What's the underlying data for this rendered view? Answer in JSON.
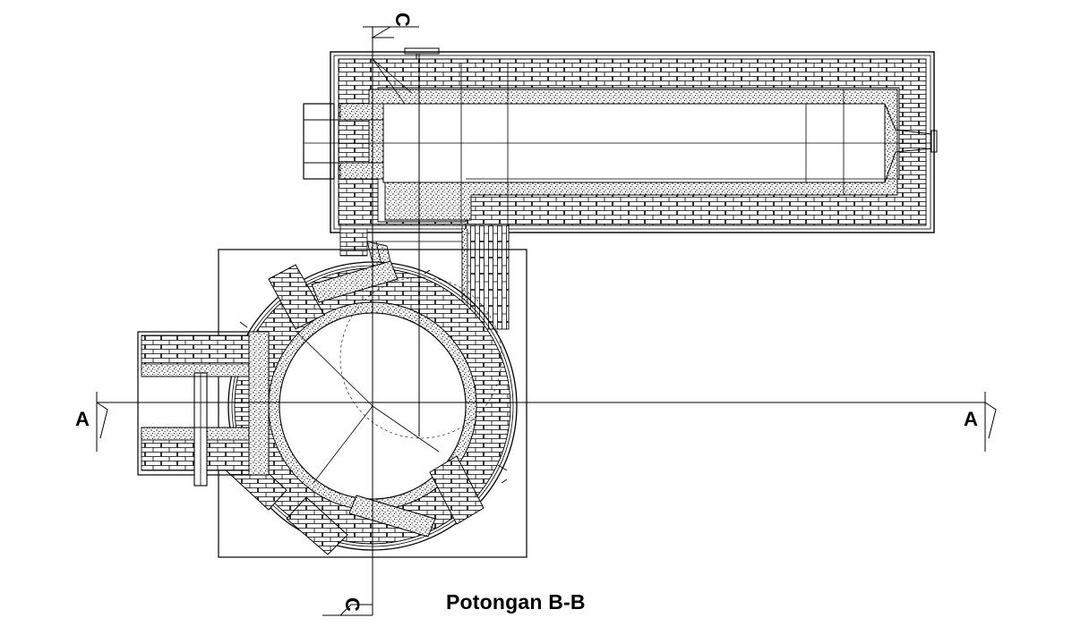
{
  "drawing": {
    "title": "Potongan B-B",
    "section_markers": {
      "a_left": "A",
      "a_right": "A",
      "c_top": "C",
      "c_bottom": "C"
    },
    "colors": {
      "line": "#000000",
      "background": "#ffffff",
      "insulation_dots": "#000000"
    }
  }
}
